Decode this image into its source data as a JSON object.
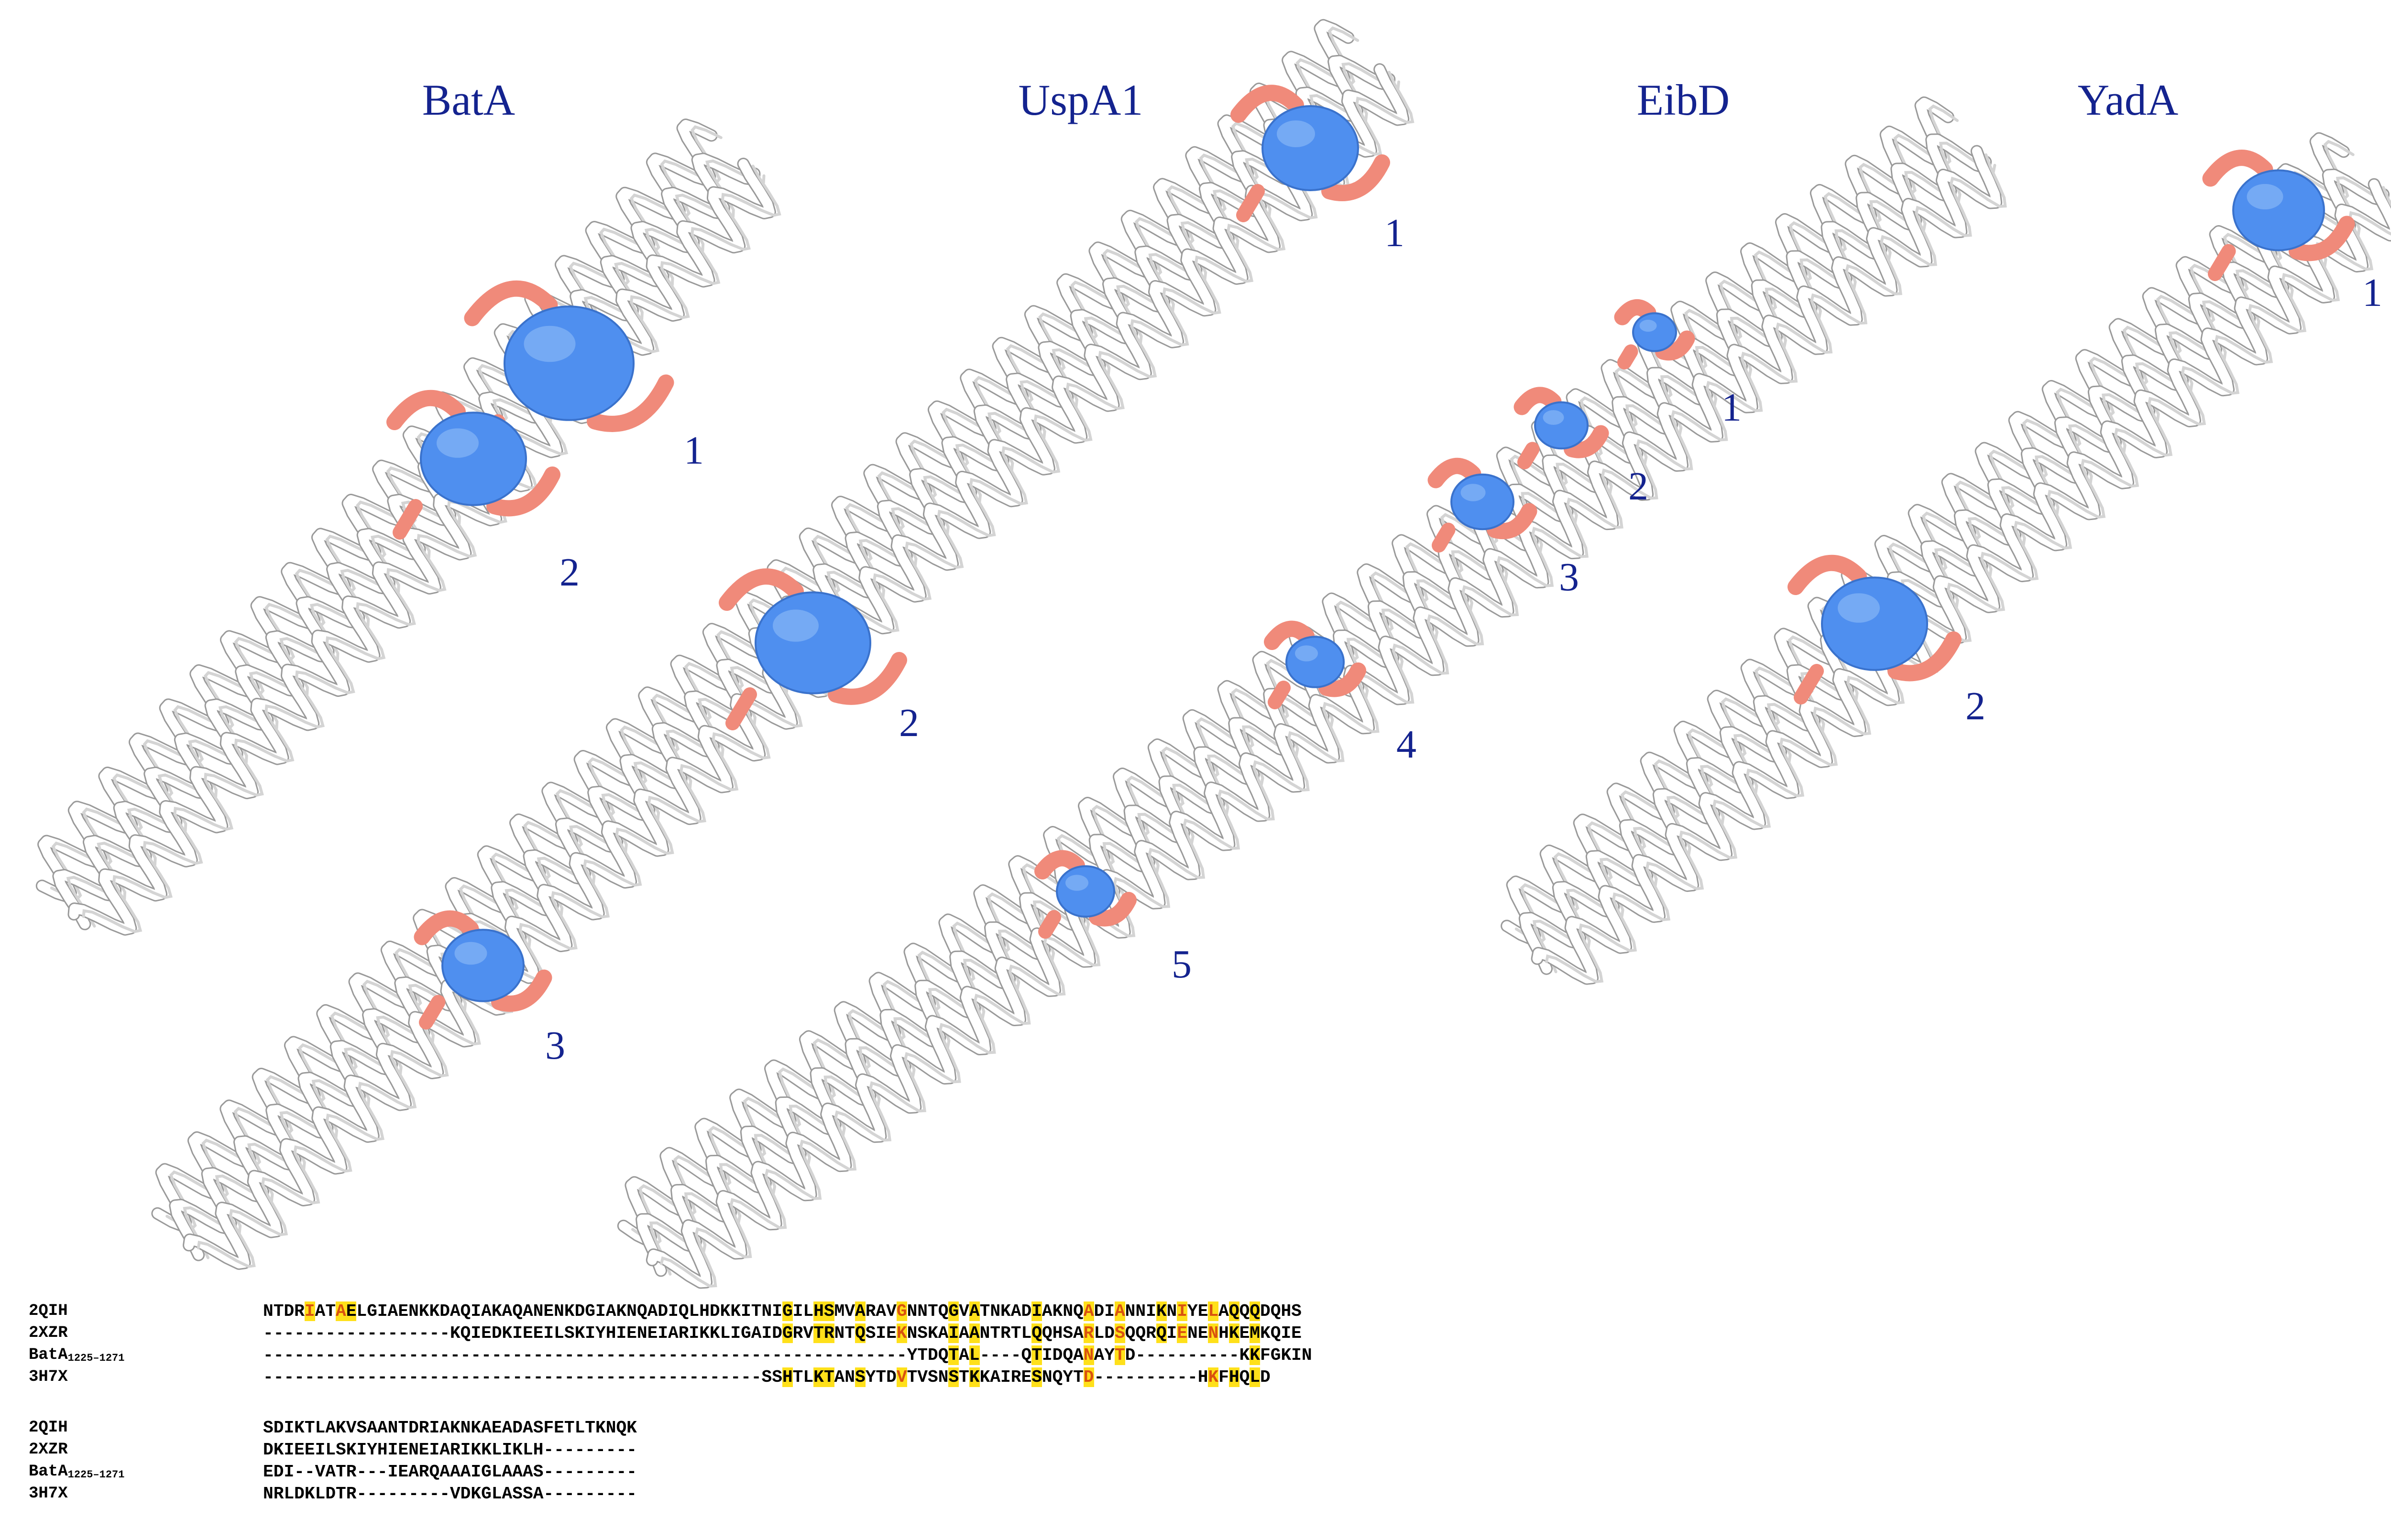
{
  "panels": [
    {
      "title": "BatA",
      "sites": [
        "1",
        "2",
        "3"
      ]
    },
    {
      "title": "UspA1",
      "sites": [
        "1",
        "2"
      ]
    },
    {
      "title": "EibD",
      "sites": [
        "1",
        "2",
        "3",
        "4",
        "5"
      ]
    },
    {
      "title": "YadA",
      "sites": [
        "1",
        "2"
      ]
    }
  ],
  "colors": {
    "helix": "#ffffff",
    "helix_edge": "#9a9a9a",
    "contact_residue": "#f08a7a",
    "cavity": "#4f8fef",
    "label": "#14238f",
    "highlight": "#ffe01a"
  },
  "alignment": {
    "blocks": [
      {
        "rows": [
          {
            "name": "2QIH",
            "seq": "NTDRIATAELGIAENKKDAQIAKAQANENKDGIAKNQADIQLHDKKITNIGILHSMVARAVGNNTQGVATNKADIAKNQADIANNIKNIYELAQQQDQHS"
          },
          {
            "name": "2XZR",
            "seq": "------------------KQIEDKIEEILSKIYHIENEIARIKKLIGAIDGRVTRNTQSIEKNSKAIAANTRTLQQHSARLDSQQRQIENENHKEMKQIE"
          },
          {
            "name": "BatA",
            "sub": "1225–1271",
            "seq": "--------------------------------------------------------------YTDQTAL----QTIDQANAYTD----------KKFGKIN"
          },
          {
            "name": "3H7X",
            "seq": "------------------------------------------------SSHTLKTANSYTDVTVSNSTKKAIRESNQYTD----------HKFHQLD"
          }
        ]
      },
      {
        "rows": [
          {
            "name": "2QIH",
            "seq": "SDIKTLAKVSAANTDRIAKNKAEADASFETLTKNQK"
          },
          {
            "name": "2XZR",
            "seq": "DKIEEILSKIYHIENEIARIKKLIKLH---------"
          },
          {
            "name": "BatA",
            "sub": "1225–1271",
            "seq": "EDI--VATR---IEARQAAAIGLAAAS---------"
          },
          {
            "name": "3H7X",
            "seq": "NRLDKLDTR---------VDKGLASSA---------"
          }
        ]
      }
    ]
  }
}
